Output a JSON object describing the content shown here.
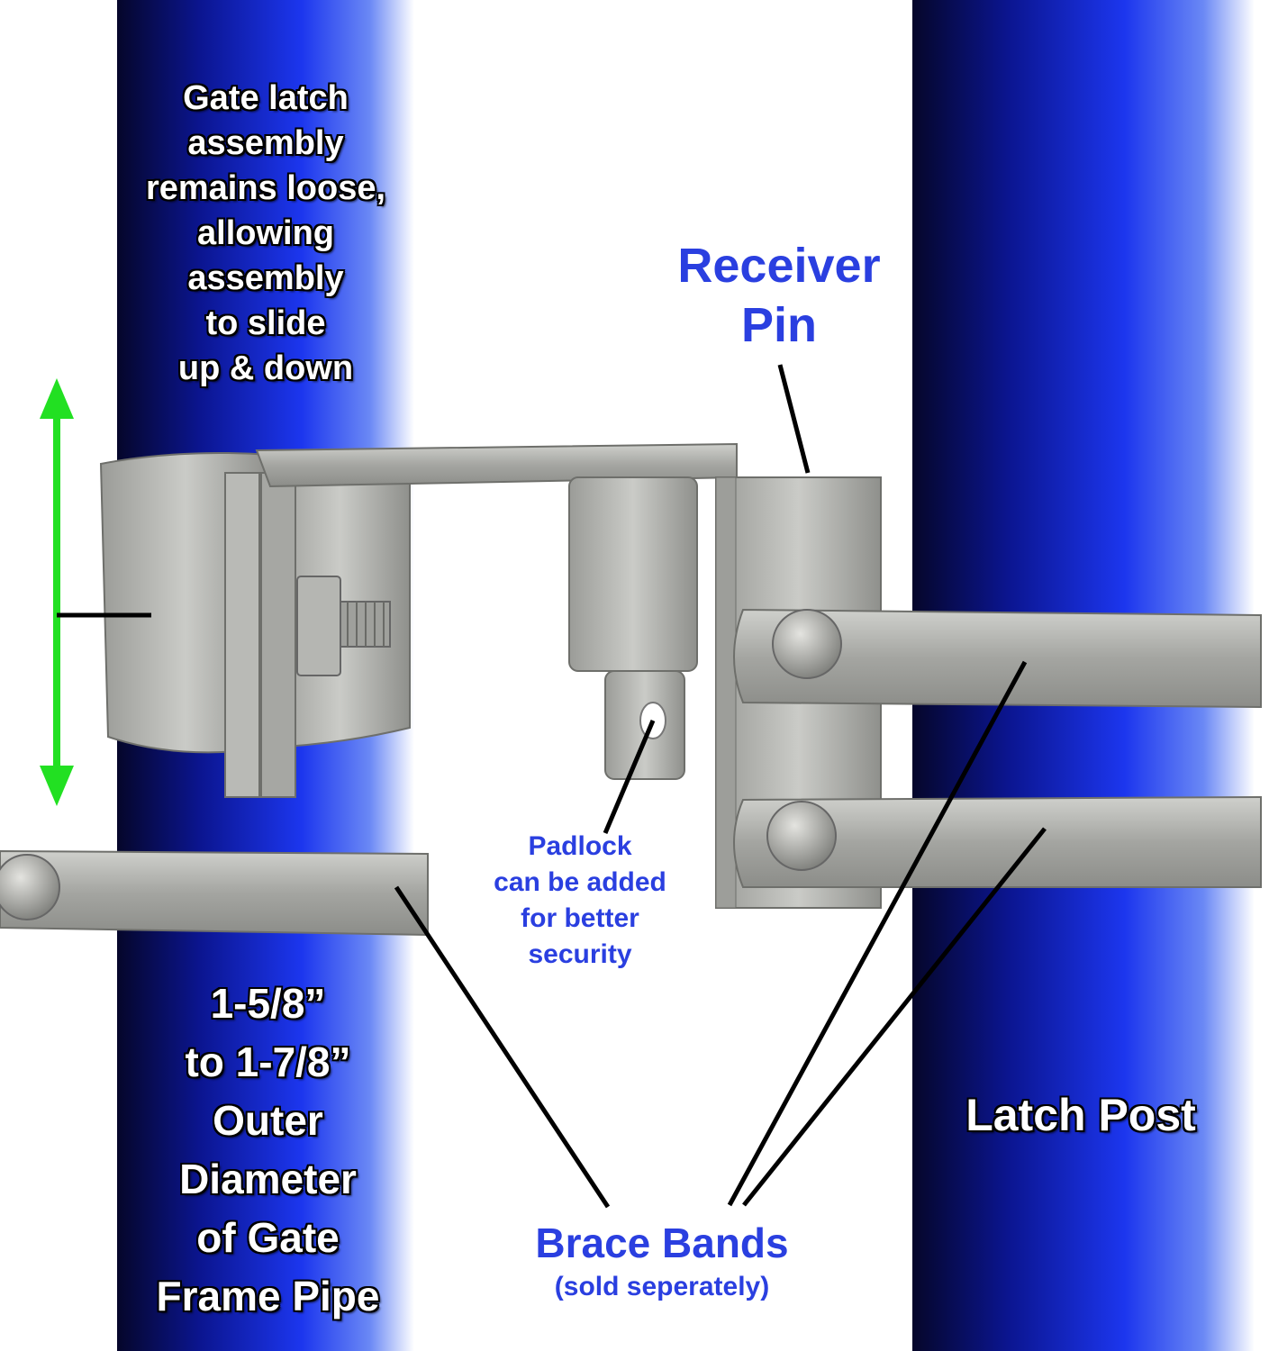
{
  "labels": {
    "latch_note": [
      "Gate latch",
      "assembly",
      "remains loose,",
      "allowing",
      "assembly",
      "to slide",
      "up & down"
    ],
    "receiver_pin": [
      "Receiver",
      "Pin"
    ],
    "padlock_note": [
      "Padlock",
      "can be added",
      "for better",
      "security"
    ],
    "pipe_note": [
      "1-5/8”",
      "to 1-7/8”",
      "Outer",
      "Diameter",
      "of Gate",
      "Frame Pipe"
    ],
    "latch_post": "Latch Post",
    "brace_bands": "Brace Bands",
    "brace_bands_note": "(sold seperately)"
  },
  "colors": {
    "pipe_dark": "#05062a",
    "pipe_bright": "#1c36ee",
    "label_blue": "#2a3fe0",
    "arrow_green": "#22e022",
    "metal": "#a9aaa7"
  }
}
